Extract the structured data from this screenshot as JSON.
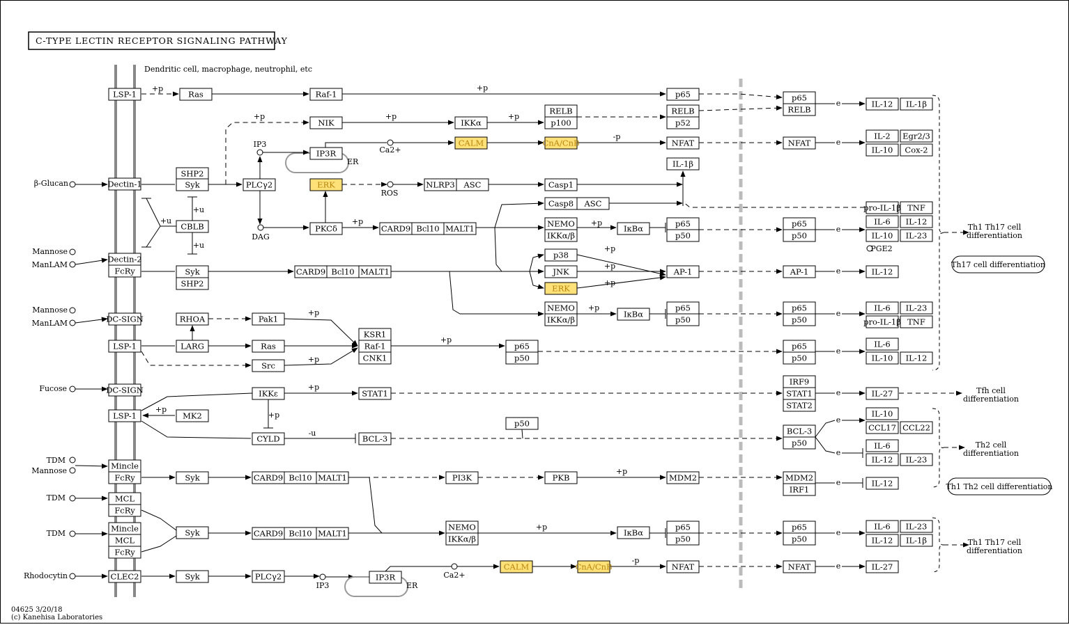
{
  "title": "C-TYPE LECTIN RECEPTOR SIGNALING PATHWAY",
  "subtitle": "Dendritic cell, macrophage, neutrophil, etc",
  "footer": {
    "map_id": "04625 3/20/18",
    "copyright": "(c) Kanehisa Laboratories"
  },
  "colors": {
    "highlight": "#FFE17A",
    "box": "#FFFFFF",
    "membrane": "#888888",
    "border": "#000000"
  },
  "ligands": [
    {
      "id": "l1",
      "label": "β-Glucan"
    },
    {
      "id": "l2",
      "label": "Mannose"
    },
    {
      "id": "l3",
      "label": "ManLAM"
    },
    {
      "id": "l4",
      "label": "Mannose"
    },
    {
      "id": "l5",
      "label": "ManLAM"
    },
    {
      "id": "l6",
      "label": "Fucose"
    },
    {
      "id": "l7",
      "label": "TDM"
    },
    {
      "id": "l8",
      "label": "Mannose"
    },
    {
      "id": "l9",
      "label": "TDM"
    },
    {
      "id": "l10",
      "label": "TDM"
    },
    {
      "id": "l11",
      "label": "Rhodocytin"
    }
  ],
  "compounds": [
    {
      "id": "c1",
      "label": "IP3"
    },
    {
      "id": "c2",
      "label": "Ca2+"
    },
    {
      "id": "c3",
      "label": "DAG"
    },
    {
      "id": "c4",
      "label": "ROS"
    },
    {
      "id": "c5",
      "label": "PGE2"
    },
    {
      "id": "c6",
      "label": "IP3"
    },
    {
      "id": "c7",
      "label": "Ca2+"
    }
  ],
  "genes": [
    {
      "id": "LSP1a",
      "label": "LSP-1"
    },
    {
      "id": "Ras1",
      "label": "Ras"
    },
    {
      "id": "Raf1a",
      "label": "Raf-1"
    },
    {
      "id": "p65a",
      "label": "p65"
    },
    {
      "id": "NIK",
      "label": "NIK"
    },
    {
      "id": "IKKa",
      "label": "IKKα"
    },
    {
      "id": "RELB1",
      "label": "RELB"
    },
    {
      "id": "p100",
      "label": "p100"
    },
    {
      "id": "RELB2",
      "label": "RELB"
    },
    {
      "id": "p52",
      "label": "p52"
    },
    {
      "id": "p65b",
      "label": "p65"
    },
    {
      "id": "RELB3",
      "label": "RELB"
    },
    {
      "id": "IP3R1",
      "label": "IP3R"
    },
    {
      "id": "CALM1",
      "label": "CALM",
      "hl": true
    },
    {
      "id": "CNA1",
      "label": "CnA/CnB",
      "hl": true
    },
    {
      "id": "NFAT1",
      "label": "NFAT"
    },
    {
      "id": "NFAT2",
      "label": "NFAT"
    },
    {
      "id": "IL1bA",
      "label": "IL-1β"
    },
    {
      "id": "Dectin1",
      "label": "Dectin-1"
    },
    {
      "id": "SHP2a",
      "label": "SHP2"
    },
    {
      "id": "Syk1",
      "label": "Syk"
    },
    {
      "id": "PLCg2a",
      "label": "PLCγ2"
    },
    {
      "id": "ERK1",
      "label": "ERK",
      "hl": true
    },
    {
      "id": "NLRP3",
      "label": "NLRP3"
    },
    {
      "id": "ASC1",
      "label": "ASC"
    },
    {
      "id": "Casp1",
      "label": "Casp1"
    },
    {
      "id": "Casp8",
      "label": "Casp8"
    },
    {
      "id": "ASC2",
      "label": "ASC"
    },
    {
      "id": "CBLB",
      "label": "CBLB"
    },
    {
      "id": "PKCd",
      "label": "PKCδ"
    },
    {
      "id": "CARD9a",
      "label": "CARD9"
    },
    {
      "id": "Bcl10a",
      "label": "Bcl10"
    },
    {
      "id": "MALT1a",
      "label": "MALT1"
    },
    {
      "id": "NEMO1",
      "label": "NEMO"
    },
    {
      "id": "IKKab1",
      "label": "IKKα/β"
    },
    {
      "id": "IkBa1",
      "label": "IκBα"
    },
    {
      "id": "p65c",
      "label": "p65"
    },
    {
      "id": "p50c",
      "label": "p50"
    },
    {
      "id": "p65d",
      "label": "p65"
    },
    {
      "id": "p50d",
      "label": "p50"
    },
    {
      "id": "Dectin2",
      "label": "Dectin-2"
    },
    {
      "id": "FcRy1",
      "label": "FcRy"
    },
    {
      "id": "Syk2",
      "label": "Syk"
    },
    {
      "id": "SHP2b",
      "label": "SHP2"
    },
    {
      "id": "CARD9b",
      "label": "CARD9"
    },
    {
      "id": "Bcl10b",
      "label": "Bcl10"
    },
    {
      "id": "MALT1b",
      "label": "MALT1"
    },
    {
      "id": "p38",
      "label": "p38"
    },
    {
      "id": "JNK",
      "label": "JNK"
    },
    {
      "id": "ERK2",
      "label": "ERK",
      "hl": true
    },
    {
      "id": "AP1a",
      "label": "AP-1"
    },
    {
      "id": "AP1b",
      "label": "AP-1"
    },
    {
      "id": "NEMO2",
      "label": "NEMO"
    },
    {
      "id": "IKKab2",
      "label": "IKKα/β"
    },
    {
      "id": "IkBa2",
      "label": "IκBα"
    },
    {
      "id": "p65e",
      "label": "p65"
    },
    {
      "id": "p50e",
      "label": "p50"
    },
    {
      "id": "p65f",
      "label": "p65"
    },
    {
      "id": "p50f",
      "label": "p50"
    },
    {
      "id": "DCSIGN1",
      "label": "DC-SIGN"
    },
    {
      "id": "RHOA",
      "label": "RHOA"
    },
    {
      "id": "Pak1",
      "label": "Pak1"
    },
    {
      "id": "LSP1b",
      "label": "LSP-1"
    },
    {
      "id": "LARG",
      "label": "LARG"
    },
    {
      "id": "Ras2",
      "label": "Ras"
    },
    {
      "id": "Src",
      "label": "Src"
    },
    {
      "id": "KSR1",
      "label": "KSR1"
    },
    {
      "id": "Raf1b",
      "label": "Raf-1"
    },
    {
      "id": "CNK1",
      "label": "CNK1"
    },
    {
      "id": "p65g",
      "label": "p65"
    },
    {
      "id": "p50g",
      "label": "p50"
    },
    {
      "id": "p65h",
      "label": "p65"
    },
    {
      "id": "p50h",
      "label": "p50"
    },
    {
      "id": "DCSIGN2",
      "label": "DC-SIGN"
    },
    {
      "id": "LSP1c",
      "label": "LSP-1"
    },
    {
      "id": "MK2",
      "label": "MK2"
    },
    {
      "id": "IKKe",
      "label": "IKKε"
    },
    {
      "id": "STAT1a",
      "label": "STAT1"
    },
    {
      "id": "IRF9",
      "label": "IRF9"
    },
    {
      "id": "STAT1b",
      "label": "STAT1"
    },
    {
      "id": "STAT2",
      "label": "STAT2"
    },
    {
      "id": "CYLD",
      "label": "CYLD"
    },
    {
      "id": "BCL3a",
      "label": "BCL-3"
    },
    {
      "id": "p50i",
      "label": "p50"
    },
    {
      "id": "BCL3b",
      "label": "BCL-3"
    },
    {
      "id": "p50j",
      "label": "p50"
    },
    {
      "id": "Mincle1",
      "label": "Mincle"
    },
    {
      "id": "FcRy2",
      "label": "FcRy"
    },
    {
      "id": "Syk3",
      "label": "Syk"
    },
    {
      "id": "CARD9c",
      "label": "CARD9"
    },
    {
      "id": "Bcl10c",
      "label": "Bcl10"
    },
    {
      "id": "MALT1c",
      "label": "MALT1"
    },
    {
      "id": "PI3K",
      "label": "PI3K"
    },
    {
      "id": "PKB",
      "label": "PKB"
    },
    {
      "id": "MDM2a",
      "label": "MDM2"
    },
    {
      "id": "MDM2b",
      "label": "MDM2"
    },
    {
      "id": "IRF1",
      "label": "IRF1"
    },
    {
      "id": "MCL1",
      "label": "MCL"
    },
    {
      "id": "FcRy3",
      "label": "FcRy"
    },
    {
      "id": "Mincle2",
      "label": "Mincle"
    },
    {
      "id": "MCL2",
      "label": "MCL"
    },
    {
      "id": "FcRy4",
      "label": "FcRy"
    },
    {
      "id": "Syk4",
      "label": "Syk"
    },
    {
      "id": "CARD9d",
      "label": "CARD9"
    },
    {
      "id": "Bcl10d",
      "label": "Bcl10"
    },
    {
      "id": "MALT1d",
      "label": "MALT1"
    },
    {
      "id": "NEMO3",
      "label": "NEMO"
    },
    {
      "id": "IKKab3",
      "label": "IKKα/β"
    },
    {
      "id": "IkBa3",
      "label": "IκBα"
    },
    {
      "id": "p65k",
      "label": "p65"
    },
    {
      "id": "p50k",
      "label": "p50"
    },
    {
      "id": "p65l",
      "label": "p65"
    },
    {
      "id": "p50l",
      "label": "p50"
    },
    {
      "id": "CLEC2",
      "label": "CLEC2"
    },
    {
      "id": "Syk5",
      "label": "Syk"
    },
    {
      "id": "PLCg2b",
      "label": "PLCγ2"
    },
    {
      "id": "IP3R2",
      "label": "IP3R"
    },
    {
      "id": "CALM2",
      "label": "CALM",
      "hl": true
    },
    {
      "id": "CNA2",
      "label": "CnA/CnB",
      "hl": true
    },
    {
      "id": "NFAT3",
      "label": "NFAT"
    },
    {
      "id": "NFAT4",
      "label": "NFAT"
    }
  ],
  "outputs": [
    {
      "id": "o_IL12a",
      "label": "IL-12"
    },
    {
      "id": "o_IL1ba",
      "label": "IL-1β"
    },
    {
      "id": "o_IL2",
      "label": "IL-2"
    },
    {
      "id": "o_Egr",
      "label": "Egr2/3"
    },
    {
      "id": "o_IL10a",
      "label": "IL-10"
    },
    {
      "id": "o_Cox2",
      "label": "Cox-2"
    },
    {
      "id": "o_proIL1a",
      "label": "pro-IL-1β"
    },
    {
      "id": "o_TNFa",
      "label": "TNF"
    },
    {
      "id": "o_IL6a",
      "label": "IL-6"
    },
    {
      "id": "o_IL12b",
      "label": "IL-12"
    },
    {
      "id": "o_IL10b",
      "label": "IL-10"
    },
    {
      "id": "o_IL23a",
      "label": "IL-23"
    },
    {
      "id": "o_IL12c",
      "label": "IL-12"
    },
    {
      "id": "o_IL6b",
      "label": "IL-6"
    },
    {
      "id": "o_IL23b",
      "label": "IL-23"
    },
    {
      "id": "o_proIL1b",
      "label": "pro-IL-1β"
    },
    {
      "id": "o_TNFb",
      "label": "TNF"
    },
    {
      "id": "o_IL6c",
      "label": "IL-6"
    },
    {
      "id": "o_IL10c",
      "label": "IL-10"
    },
    {
      "id": "o_IL12d",
      "label": "IL-12"
    },
    {
      "id": "o_IL27a",
      "label": "IL-27"
    },
    {
      "id": "o_IL10d",
      "label": "IL-10"
    },
    {
      "id": "o_CCL17",
      "label": "CCL17"
    },
    {
      "id": "o_CCL22",
      "label": "CCL22"
    },
    {
      "id": "o_IL6d",
      "label": "IL-6"
    },
    {
      "id": "o_IL12e",
      "label": "IL-12"
    },
    {
      "id": "o_IL23c",
      "label": "IL-23"
    },
    {
      "id": "o_IL12f",
      "label": "IL-12"
    },
    {
      "id": "o_IL6e",
      "label": "IL-6"
    },
    {
      "id": "o_IL23d",
      "label": "IL-23"
    },
    {
      "id": "o_IL12g",
      "label": "IL-12"
    },
    {
      "id": "o_IL1bb",
      "label": "IL-1β"
    },
    {
      "id": "o_IL27b",
      "label": "IL-27"
    }
  ],
  "edge_labels": {
    "phos": "+p",
    "ubiq": "+u",
    "dephos": "-p",
    "deubiq": "-u",
    "expr": "e"
  },
  "organelle_label": "ER",
  "outcomes": [
    {
      "id": "oc1",
      "label": "Th1 Th17 cell differentiation"
    },
    {
      "id": "oc2",
      "label": "Th17 cell differentiation"
    },
    {
      "id": "oc3",
      "label": "Tfh cell differentiation"
    },
    {
      "id": "oc4",
      "label": "Th2 cell differentiation"
    },
    {
      "id": "oc5",
      "label": "Th1 Th2  cell differentiation"
    },
    {
      "id": "oc6",
      "label": "Th1 Th17 cell differentiation"
    }
  ]
}
